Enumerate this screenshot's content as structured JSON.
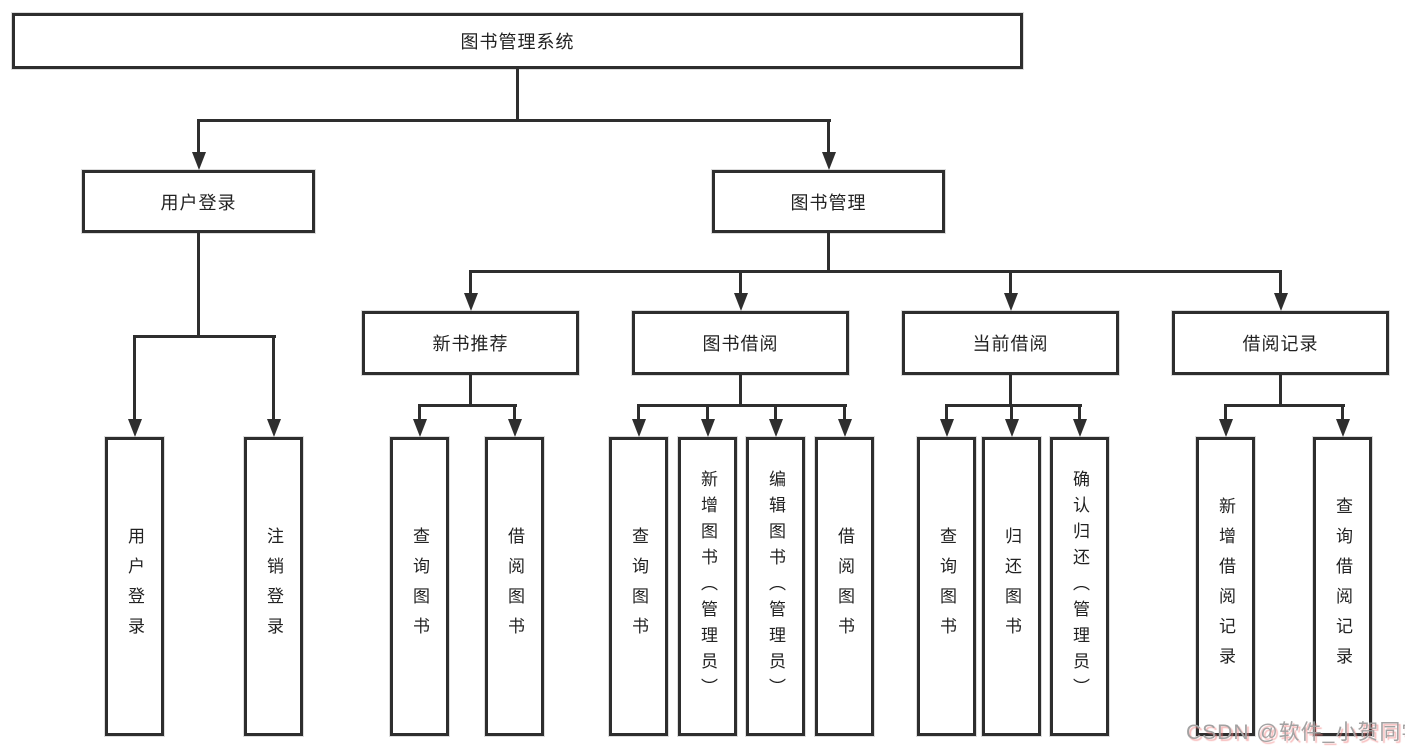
{
  "diagram": {
    "title": "图书管理系统",
    "colors": {
      "line": "#2e2e2e",
      "box_border": "#2e2e2e",
      "text": "#222222",
      "background": "#ffffff",
      "watermark": "#a2a2a2",
      "watermark_shadow": "#f08282"
    },
    "tree": {
      "label": "图书管理系统",
      "children": [
        {
          "label": "用户登录",
          "children": [
            {
              "label": "用户登录"
            },
            {
              "label": "注销登录"
            }
          ]
        },
        {
          "label": "图书管理",
          "children": [
            {
              "label": "新书推荐",
              "children": [
                {
                  "label": "查询图书"
                },
                {
                  "label": "借阅图书"
                }
              ]
            },
            {
              "label": "图书借阅",
              "children": [
                {
                  "label": "查询图书"
                },
                {
                  "label": "新增图书（管理员）"
                },
                {
                  "label": "编辑图书（管理员）"
                },
                {
                  "label": "借阅图书"
                }
              ]
            },
            {
              "label": "当前借阅",
              "children": [
                {
                  "label": "查询图书"
                },
                {
                  "label": "归还图书"
                },
                {
                  "label": "确认归还（管理员）"
                }
              ]
            },
            {
              "label": "借阅记录",
              "children": [
                {
                  "label": "新增借阅记录"
                },
                {
                  "label": "查询借阅记录"
                }
              ]
            }
          ]
        }
      ]
    },
    "watermark": {
      "text": "CSDN @软件_小贺同学"
    }
  }
}
